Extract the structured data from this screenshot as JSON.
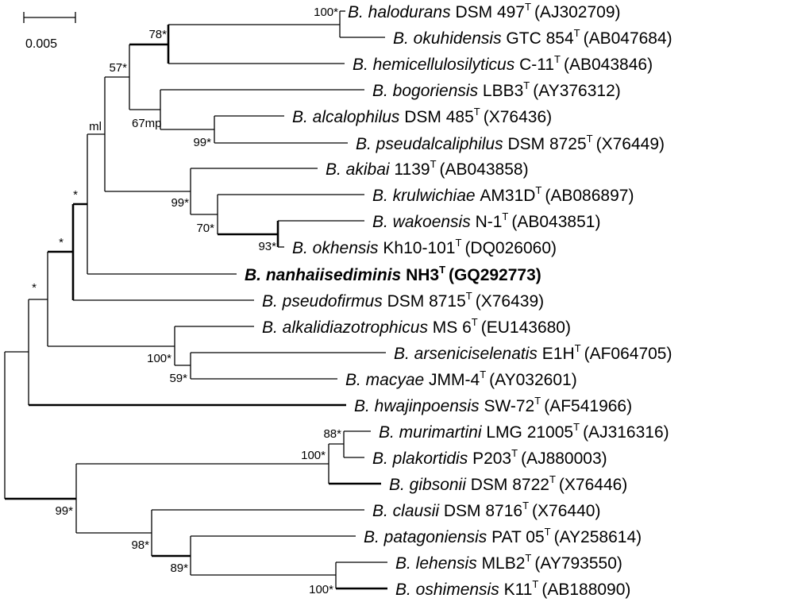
{
  "scale_bar": {
    "label": "0.005"
  },
  "taxa": [
    {
      "id": "halodurans",
      "species": "halodurans",
      "strain": "DSM 497",
      "accession": "(AJ302709)"
    },
    {
      "id": "okuhidensis",
      "species": "okuhidensis",
      "strain": "GTC 854",
      "accession": "(AB047684)"
    },
    {
      "id": "hemicellulosilyticus",
      "species": "hemicellulosilyticus",
      "strain": "C-11",
      "accession": "(AB043846)"
    },
    {
      "id": "bogoriensis",
      "species": "bogoriensis",
      "strain": "LBB3",
      "accession": "(AY376312)"
    },
    {
      "id": "alcalophilus",
      "species": "alcalophilus",
      "strain": "DSM 485",
      "accession": "(X76436)"
    },
    {
      "id": "pseudalcaliphilus",
      "species": "pseudalcaliphilus",
      "strain": "DSM 8725",
      "accession": "(X76449)"
    },
    {
      "id": "akibai",
      "species": "akibai",
      "strain": "1139",
      "accession": "(AB043858)"
    },
    {
      "id": "krulwichiae",
      "species": "krulwichiae",
      "strain": "AM31D",
      "accession": "(AB086897)"
    },
    {
      "id": "wakoensis",
      "species": "wakoensis",
      "strain": "N-1",
      "accession": "(AB043851)"
    },
    {
      "id": "okhensis",
      "species": "okhensis",
      "strain": "Kh10-101",
      "accession": "(DQ026060)"
    },
    {
      "id": "nanhaiisediminis",
      "species": "nanhaiisediminis",
      "strain": "NH3",
      "accession": "(GQ292773)",
      "bold": true
    },
    {
      "id": "pseudofirmus",
      "species": "pseudofirmus",
      "strain": "DSM 8715",
      "accession": "(X76439)"
    },
    {
      "id": "alkalidiazotrophicus",
      "species": "alkalidiazotrophicus",
      "strain": "MS 6",
      "accession": "(EU143680)"
    },
    {
      "id": "arseniciselenatis",
      "species": "arseniciselenatis",
      "strain": "E1H",
      "accession": "(AF064705)"
    },
    {
      "id": "macyae",
      "species": "macyae",
      "strain": "JMM-4",
      "accession": "(AY032601)"
    },
    {
      "id": "hwajinpoensis",
      "species": "hwajinpoensis",
      "strain": "SW-72",
      "accession": "(AF541966)"
    },
    {
      "id": "murimartini",
      "species": "murimartini",
      "strain": "LMG 21005",
      "accession": "(AJ316316)"
    },
    {
      "id": "plakortidis",
      "species": "plakortidis",
      "strain": "P203",
      "accession": "(AJ880003)"
    },
    {
      "id": "gibsonii",
      "species": "gibsonii",
      "strain": "DSM 8722",
      "accession": "(X76446)"
    },
    {
      "id": "clausii",
      "species": "clausii",
      "strain": "DSM 8716",
      "accession": "(X76440)"
    },
    {
      "id": "patagoniensis",
      "species": "patagoniensis",
      "strain": "PAT 05",
      "accession": "(AY258614)"
    },
    {
      "id": "lehensis",
      "species": "lehensis",
      "strain": "MLB2",
      "accession": "(AY793550)"
    },
    {
      "id": "oshimensis",
      "species": "oshimensis",
      "strain": "K11",
      "accession": "(AB188090)"
    }
  ],
  "genus_abbrev": "B.",
  "type_strain_mark": "T",
  "bootstrap": [
    {
      "id": "n_halo_okuhi",
      "label": "100*"
    },
    {
      "id": "n_hemi",
      "label": "78*"
    },
    {
      "id": "n_57",
      "label": "57*"
    },
    {
      "id": "n_67mp",
      "label": "67mp"
    },
    {
      "id": "n_alcalo",
      "label": "99*"
    },
    {
      "id": "n_ml",
      "label": "ml"
    },
    {
      "id": "n_akibai",
      "label": "99*"
    },
    {
      "id": "n_krul",
      "label": "70*"
    },
    {
      "id": "n_wako",
      "label": "93*"
    },
    {
      "id": "n_star1",
      "label": "*"
    },
    {
      "id": "n_star2",
      "label": "*"
    },
    {
      "id": "n_star3",
      "label": "*"
    },
    {
      "id": "n_alkali",
      "label": "100*"
    },
    {
      "id": "n_arsen",
      "label": "59*"
    },
    {
      "id": "n_muri",
      "label": "88*"
    },
    {
      "id": "n_gibs",
      "label": "100*"
    },
    {
      "id": "n_lower",
      "label": "99*"
    },
    {
      "id": "n_clausii",
      "label": "98*"
    },
    {
      "id": "n_patag",
      "label": "89*"
    },
    {
      "id": "n_lehen",
      "label": "100*"
    }
  ]
}
